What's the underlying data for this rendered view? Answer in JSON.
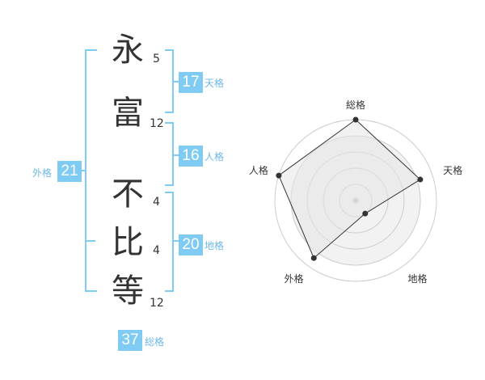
{
  "name": {
    "surname": [
      {
        "char": "永",
        "strokes": "5"
      },
      {
        "char": "富",
        "strokes": "12"
      }
    ],
    "given": [
      {
        "char": "不",
        "strokes": "4"
      },
      {
        "char": "比",
        "strokes": "4"
      },
      {
        "char": "等",
        "strokes": "12"
      }
    ]
  },
  "fortunes": {
    "ten": {
      "value": "17",
      "label": "天格"
    },
    "jin": {
      "value": "16",
      "label": "人格"
    },
    "chi": {
      "value": "20",
      "label": "地格"
    },
    "gai": {
      "value": "21",
      "label": "外格"
    },
    "sou": {
      "value": "37",
      "label": "総格"
    }
  },
  "colors": {
    "accent": "#7fcbf3",
    "label": "#6fb8e6",
    "text": "#333333",
    "radar_fill": "#f2f2f2",
    "radar_line": "#333333",
    "grid": "#cccccc"
  },
  "chart_data": {
    "type": "radar",
    "axes": [
      "総格",
      "天格",
      "地格",
      "外格",
      "人格"
    ],
    "values": [
      5,
      4.2,
      1.0,
      4.4,
      5
    ],
    "max": 5,
    "rings": 5
  }
}
